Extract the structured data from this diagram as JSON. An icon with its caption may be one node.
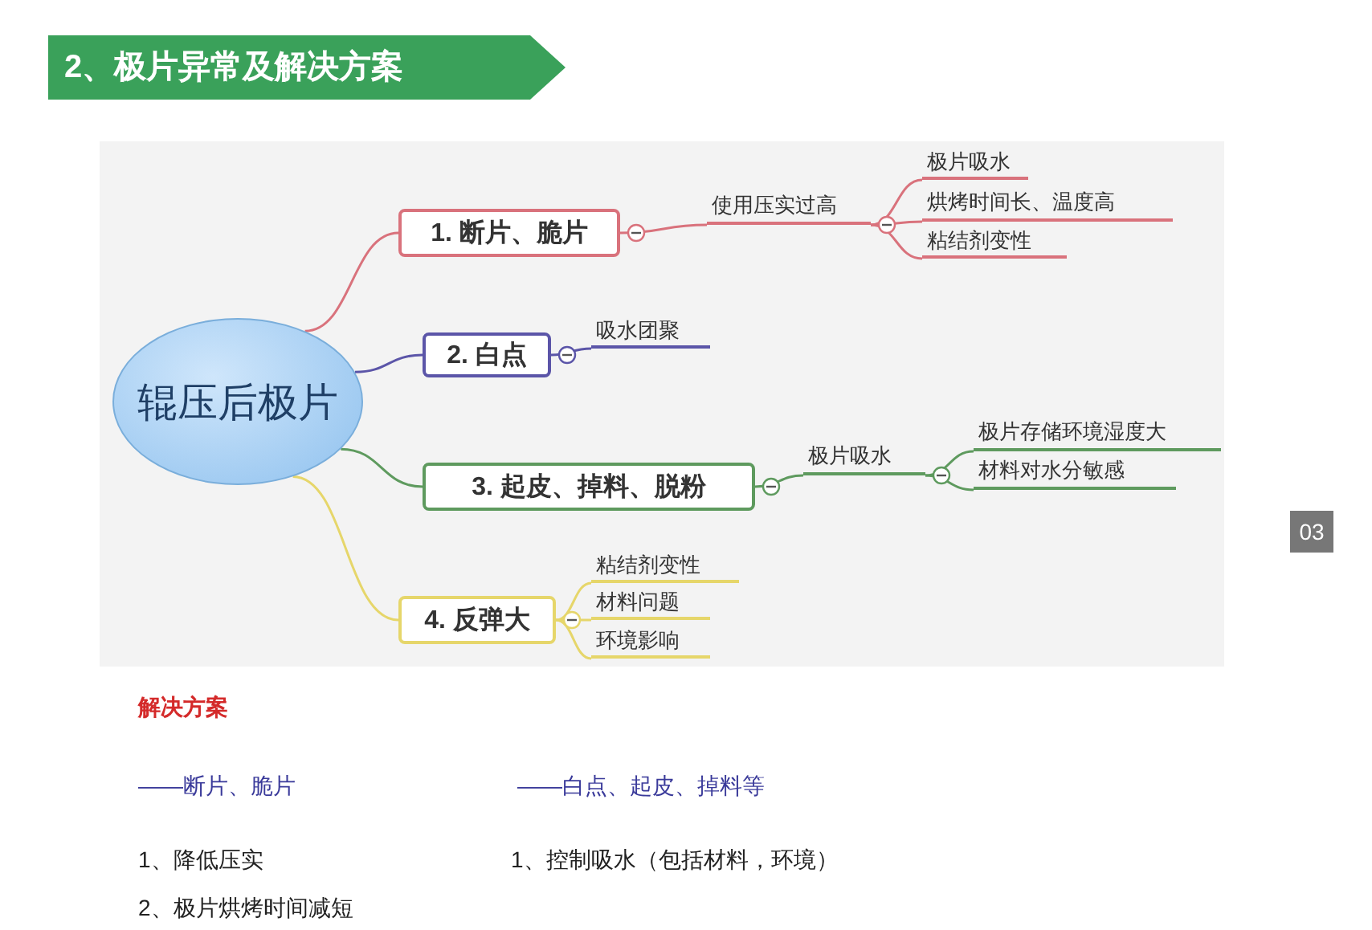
{
  "diagram": {
    "title": "2、极片异常及解决方案",
    "nodes": [
      {
        "text": [
          "辊压后极片"
        ]
      },
      {
        "text": [
          "1. 断片、脆片"
        ]
      },
      {
        "text": [
          "使用压实过高"
        ]
      },
      {
        "text": [
          "极片吸水"
        ]
      },
      {
        "text": [
          "烘烤时间长、温度高"
        ]
      },
      {
        "text": [
          "粘结剂变性"
        ]
      },
      {
        "text": [
          "2. 白点"
        ]
      },
      {
        "text": [
          "吸水团聚"
        ]
      },
      {
        "text": [
          "3. 起皮、掉料、脱粉"
        ]
      },
      {
        "text": [
          "极片吸水"
        ]
      },
      {
        "text": [
          "极片存储环境湿度大"
        ]
      },
      {
        "text": [
          "材料对水分敏感"
        ]
      },
      {
        "text": [
          "4. 反弹大"
        ]
      },
      {
        "text": [
          "粘结剂变性"
        ]
      },
      {
        "text": [
          "材料问题"
        ]
      },
      {
        "text": [
          "环境影响"
        ]
      }
    ],
    "edges": [
      {
        "from": 0,
        "to": 1,
        "arrow": "none",
        "color": "#d9727c"
      },
      {
        "from": 1,
        "to": 2,
        "arrow": "none",
        "color": "#d9727c"
      },
      {
        "from": 2,
        "to": 3,
        "arrow": "none",
        "color": "#d9727c"
      },
      {
        "from": 2,
        "to": 4,
        "arrow": "none",
        "color": "#d9727c"
      },
      {
        "from": 2,
        "to": 5,
        "arrow": "none",
        "color": "#d9727c"
      },
      {
        "from": 0,
        "to": 6,
        "arrow": "none",
        "color": "#5b55a8"
      },
      {
        "from": 6,
        "to": 7,
        "arrow": "none",
        "color": "#5b55a8"
      },
      {
        "from": 0,
        "to": 8,
        "arrow": "none",
        "color": "#5e9a5e"
      },
      {
        "from": 8,
        "to": 9,
        "arrow": "none",
        "color": "#5e9a5e"
      },
      {
        "from": 9,
        "to": 10,
        "arrow": "none",
        "color": "#5e9a5e"
      },
      {
        "from": 9,
        "to": 11,
        "arrow": "none",
        "color": "#5e9a5e"
      },
      {
        "from": 0,
        "to": 12,
        "arrow": "none",
        "color": "#e6d66a"
      },
      {
        "from": 12,
        "to": 13,
        "arrow": "none",
        "color": "#e6d66a"
      },
      {
        "from": 12,
        "to": 14,
        "arrow": "none",
        "color": "#e6d66a"
      },
      {
        "from": 12,
        "to": 15,
        "arrow": "none",
        "color": "#e6d66a"
      }
    ],
    "labels": [
      "解决方案",
      "——断片、脆片",
      "——白点、起皮、掉料等",
      "1、降低压实",
      "1、控制吸水（包括材料，环境）",
      "2、极片烘烤时间减短",
      "03"
    ]
  }
}
